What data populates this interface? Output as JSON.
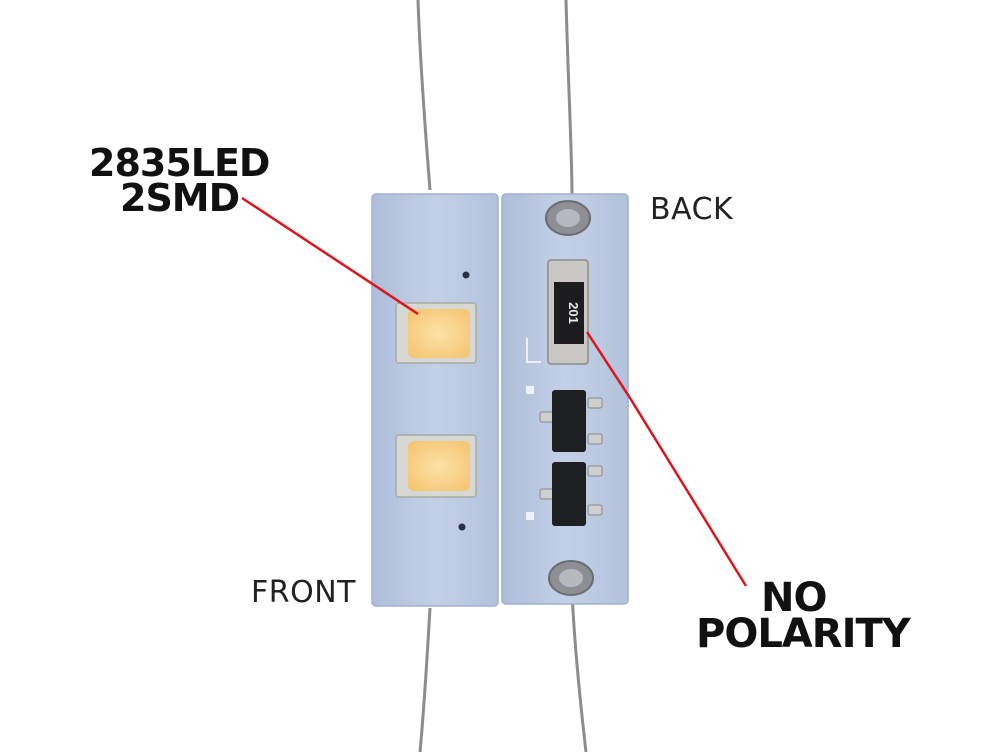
{
  "labels": {
    "led_line1": "2835LED",
    "led_line2": "2SMD",
    "back": "BACK",
    "front": "FRONT",
    "polarity_line1": "NO",
    "polarity_line2": "POLARITY"
  },
  "resistor_marking": "201",
  "icons": {
    "led-chip": "amber square SMD LED",
    "resistor": "black SMD resistor",
    "transistor": "black SOT-23 package"
  },
  "colors": {
    "pcb": "#b9c8e2",
    "led": "#f8cf82",
    "callout_line": "#e0141c",
    "text": "#111111"
  }
}
